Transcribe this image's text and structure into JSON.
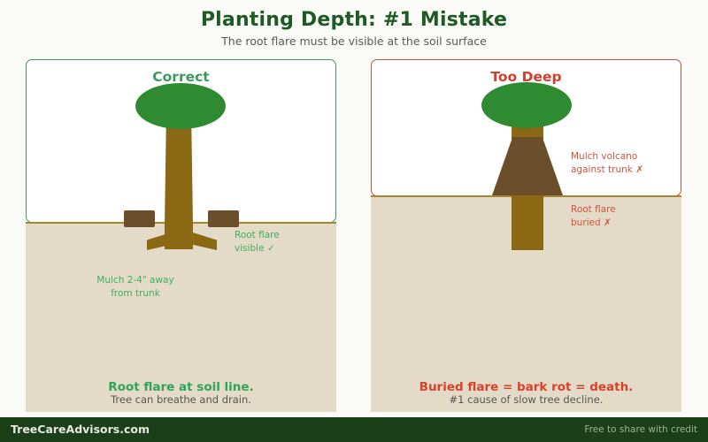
{
  "header": {
    "title": "Planting Depth: #1 Mistake",
    "subtitle": "The root flare must be visible at the soil surface",
    "title_color": "#1E5B24"
  },
  "panels": {
    "correct": {
      "label": "Correct",
      "border_color": "#3C9A5F",
      "accent_color": "#3FAE63",
      "annotations": {
        "root_flare": "Root flare\nvisible ✓",
        "root_flare_line1": "Root flare",
        "root_flare_line2": "visible ✓",
        "mulch_line1": "Mulch 2-4\" away",
        "mulch_line2": "from trunk"
      },
      "verdict": "Root flare at soil line.",
      "verdict_sub": "Tree can breathe and drain."
    },
    "too_deep": {
      "label": "Too Deep",
      "border_color": "#C1543F",
      "accent_color": "#D0553F",
      "annotations": {
        "mulch_line1": "Mulch volcano",
        "mulch_line2": "against trunk ✗",
        "flare_line1": "Root flare",
        "flare_line2": "buried ✗"
      },
      "verdict": "Buried flare = bark rot = death.",
      "verdict_sub": "#1 cause of slow tree decline."
    }
  },
  "diagram_colors": {
    "canopy": "#2E8B32",
    "trunk": "#8B6914",
    "mulch": "#6B4F2A",
    "soil": "#E4DAC8",
    "soil_line": "#A8862E",
    "panel_background": "#FFFFFF",
    "page_background": "#FAFAF7"
  },
  "footer": {
    "brand": "TreeCareAdvisors.com",
    "note": "Free to share with credit",
    "background": "#1B3F18"
  }
}
